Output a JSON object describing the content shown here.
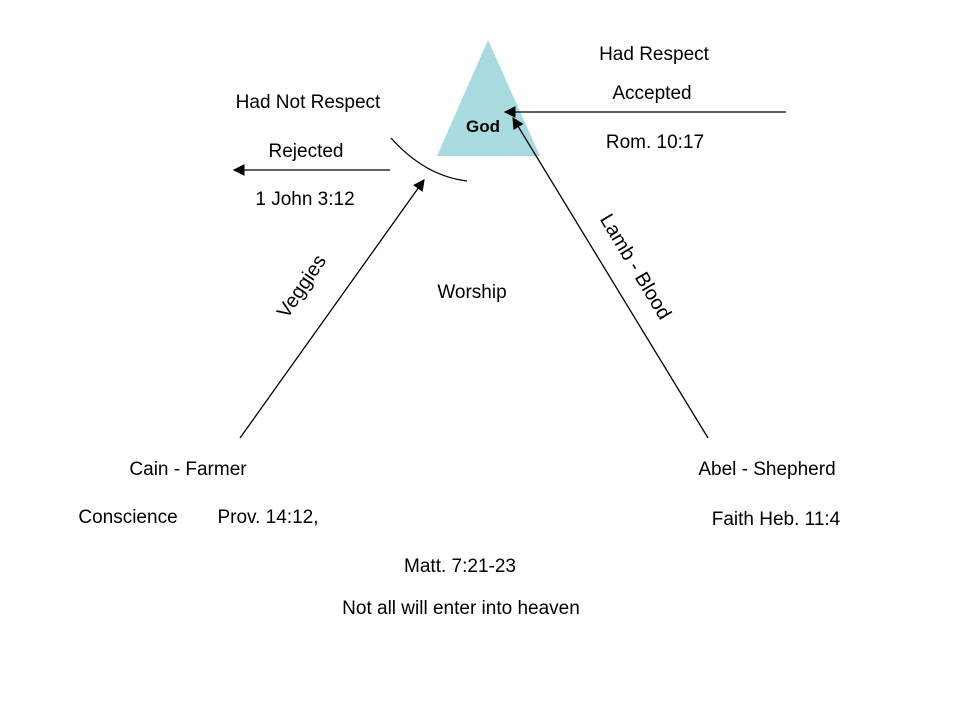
{
  "diagram": {
    "triangle_label": "God",
    "top_right": {
      "line1": "Had Respect",
      "line2": "Accepted",
      "ref": "Rom. 10:17"
    },
    "top_left": {
      "line1": "Had Not Respect",
      "line2": "Rejected",
      "ref": "1 John 3:12"
    },
    "center": "Worship",
    "left_path": "Veggies",
    "right_path": "Lamb - Blood",
    "left_person": {
      "name": "Cain - Farmer",
      "basis": "Conscience",
      "ref": "Prov. 14:12,"
    },
    "right_person": {
      "name": "Abel - Shepherd",
      "basis_ref": "Faith Heb. 11:4"
    },
    "bottom": {
      "ref": "Matt. 7:21-23",
      "note": "Not all will enter into heaven"
    },
    "colors": {
      "triangle_fill": "#a7dbe0",
      "ink": "#000000",
      "background": "#ffffff"
    }
  }
}
